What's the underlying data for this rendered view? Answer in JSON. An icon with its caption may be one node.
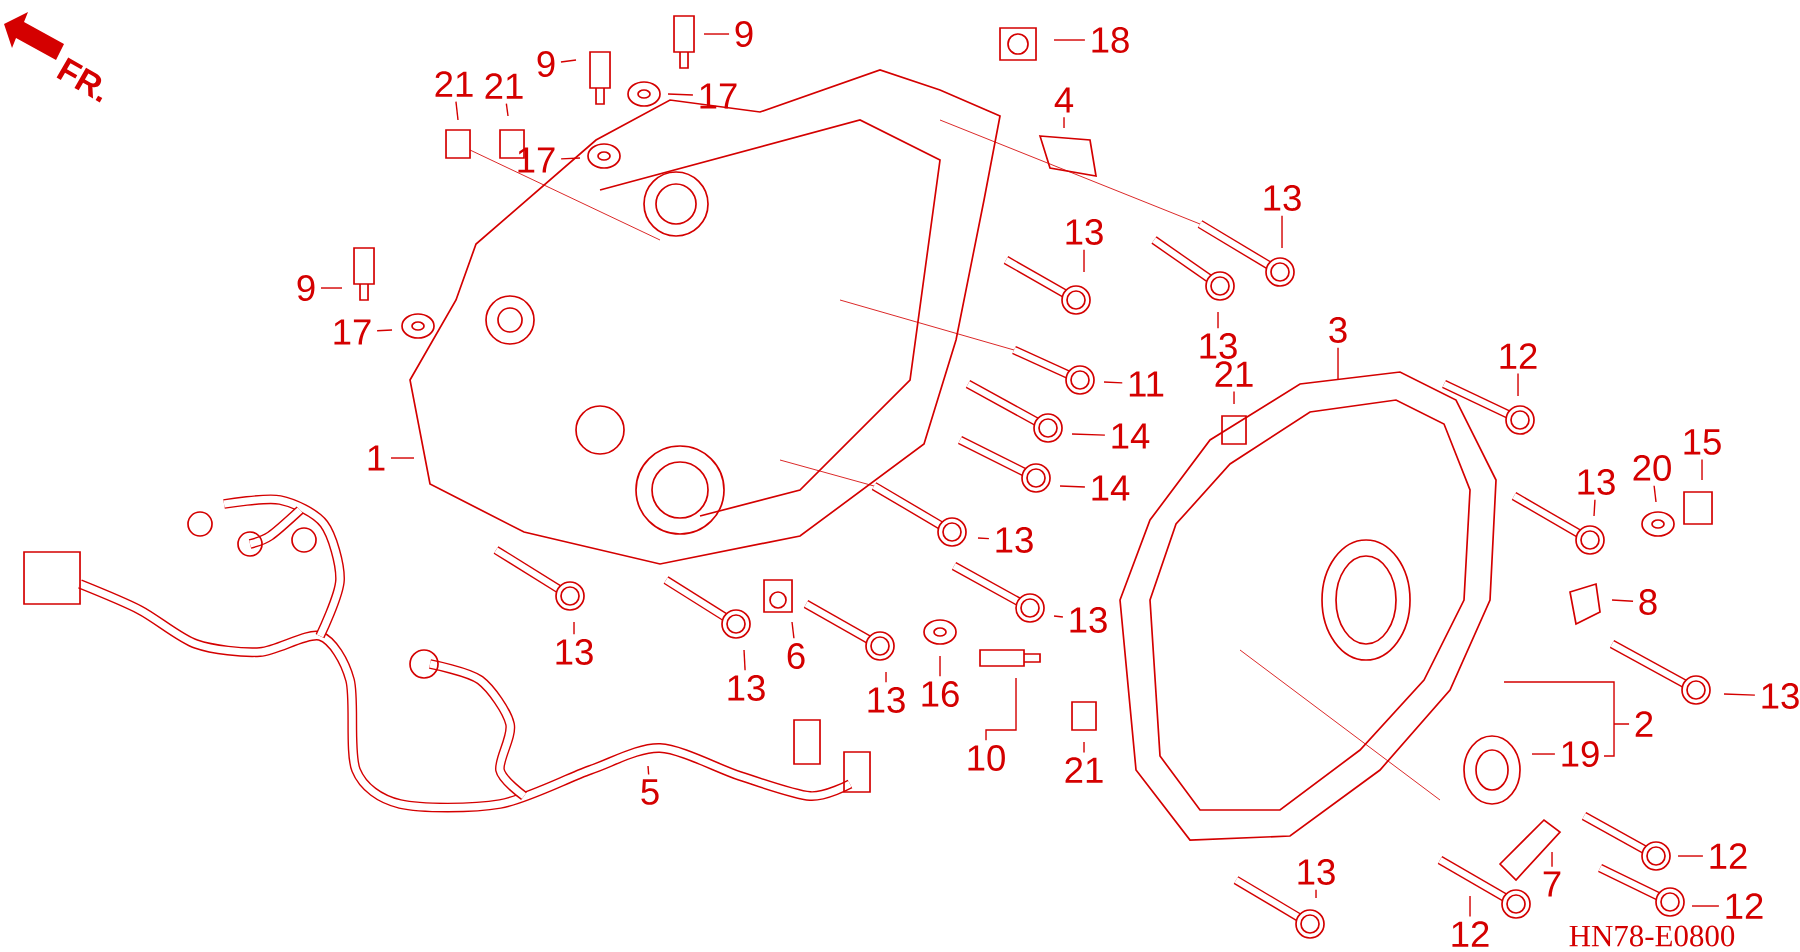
{
  "diagram": {
    "nodes": [
      {
        "text": [
          "9"
        ]
      },
      {
        "text": [
          "18"
        ]
      },
      {
        "text": [
          "9"
        ]
      },
      {
        "text": [
          "21"
        ]
      },
      {
        "text": [
          "21"
        ]
      },
      {
        "text": [
          "17"
        ]
      },
      {
        "text": [
          "4"
        ]
      },
      {
        "text": [
          "17"
        ]
      },
      {
        "text": [
          "13"
        ]
      },
      {
        "text": [
          "13"
        ]
      },
      {
        "text": [
          "9"
        ]
      },
      {
        "text": [
          "13"
        ]
      },
      {
        "text": [
          "3"
        ]
      },
      {
        "text": [
          "17"
        ]
      },
      {
        "text": [
          "12"
        ]
      },
      {
        "text": [
          "21"
        ]
      },
      {
        "text": [
          "11"
        ]
      },
      {
        "text": [
          "1"
        ]
      },
      {
        "text": [
          "14"
        ]
      },
      {
        "text": [
          "15"
        ]
      },
      {
        "text": [
          "20"
        ]
      },
      {
        "text": [
          "13"
        ]
      },
      {
        "text": [
          "14"
        ]
      },
      {
        "text": [
          "13"
        ]
      },
      {
        "text": [
          "8"
        ]
      },
      {
        "text": [
          "13"
        ]
      },
      {
        "text": [
          "13"
        ]
      },
      {
        "text": [
          "6"
        ]
      },
      {
        "text": [
          "13"
        ]
      },
      {
        "text": [
          "13"
        ]
      },
      {
        "text": [
          "16"
        ]
      },
      {
        "text": [
          "13"
        ]
      },
      {
        "text": [
          "2"
        ]
      },
      {
        "text": [
          "19"
        ]
      },
      {
        "text": [
          "10"
        ]
      },
      {
        "text": [
          "21"
        ]
      },
      {
        "text": [
          "5"
        ]
      },
      {
        "text": [
          "13"
        ]
      },
      {
        "text": [
          "7"
        ]
      },
      {
        "text": [
          "12"
        ]
      },
      {
        "text": [
          "12"
        ]
      },
      {
        "text": [
          "12"
        ]
      }
    ],
    "edges": [
      {
        "from": 0,
        "to": null,
        "arrow": "none"
      },
      {
        "from": 1,
        "to": null,
        "arrow": "none"
      },
      {
        "from": 2,
        "to": null,
        "arrow": "none"
      },
      {
        "from": 3,
        "to": null,
        "arrow": "none"
      },
      {
        "from": 4,
        "to": null,
        "arrow": "none"
      },
      {
        "from": 5,
        "to": null,
        "arrow": "none"
      },
      {
        "from": 6,
        "to": null,
        "arrow": "none"
      },
      {
        "from": 7,
        "to": null,
        "arrow": "none"
      },
      {
        "from": 8,
        "to": null,
        "arrow": "none"
      },
      {
        "from": 9,
        "to": null,
        "arrow": "none"
      },
      {
        "from": 10,
        "to": null,
        "arrow": "none"
      },
      {
        "from": 11,
        "to": null,
        "arrow": "none"
      },
      {
        "from": 12,
        "to": null,
        "arrow": "none"
      },
      {
        "from": 13,
        "to": null,
        "arrow": "none"
      },
      {
        "from": 14,
        "to": null,
        "arrow": "none"
      },
      {
        "from": 15,
        "to": null,
        "arrow": "none"
      },
      {
        "from": 16,
        "to": null,
        "arrow": "none"
      },
      {
        "from": 17,
        "to": null,
        "arrow": "none"
      },
      {
        "from": 18,
        "to": null,
        "arrow": "none"
      },
      {
        "from": 19,
        "to": null,
        "arrow": "none"
      },
      {
        "from": 20,
        "to": null,
        "arrow": "none"
      },
      {
        "from": 21,
        "to": null,
        "arrow": "none"
      },
      {
        "from": 22,
        "to": null,
        "arrow": "none"
      },
      {
        "from": 23,
        "to": null,
        "arrow": "none"
      },
      {
        "from": 24,
        "to": null,
        "arrow": "none"
      },
      {
        "from": 25,
        "to": null,
        "arrow": "none"
      },
      {
        "from": 26,
        "to": null,
        "arrow": "none"
      },
      {
        "from": 27,
        "to": null,
        "arrow": "none"
      },
      {
        "from": 28,
        "to": null,
        "arrow": "none"
      },
      {
        "from": 29,
        "to": null,
        "arrow": "none"
      },
      {
        "from": 30,
        "to": null,
        "arrow": "none"
      },
      {
        "from": 31,
        "to": null,
        "arrow": "none"
      },
      {
        "from": 32,
        "to": null,
        "arrow": "none"
      },
      {
        "from": 33,
        "to": null,
        "arrow": "none"
      },
      {
        "from": 34,
        "to": null,
        "arrow": "none"
      },
      {
        "from": 35,
        "to": null,
        "arrow": "none"
      },
      {
        "from": 36,
        "to": null,
        "arrow": "none"
      },
      {
        "from": 37,
        "to": null,
        "arrow": "none"
      },
      {
        "from": 38,
        "to": null,
        "arrow": "none"
      },
      {
        "from": 39,
        "to": null,
        "arrow": "none"
      },
      {
        "from": 40,
        "to": null,
        "arrow": "none"
      },
      {
        "from": 41,
        "to": null,
        "arrow": "none"
      }
    ],
    "labels": [
      "FR.",
      "HN78-E0800"
    ]
  }
}
